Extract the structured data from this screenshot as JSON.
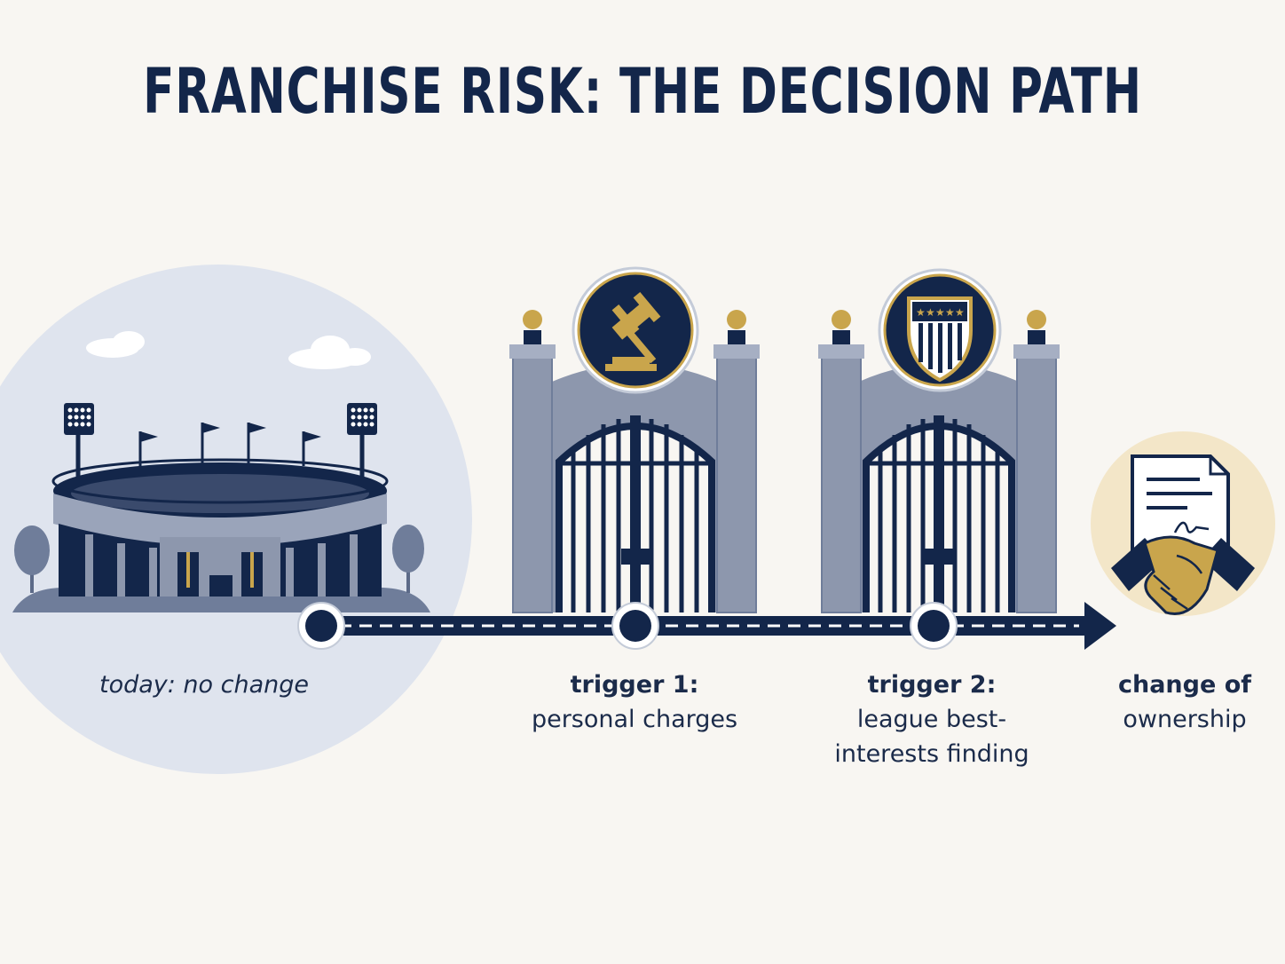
{
  "title": "FRANCHISE RISK: THE DECISION PATH",
  "colors": {
    "navy": "#13264a",
    "slate": "#8d97ad",
    "gold": "#c9a54c",
    "pale_blue": "#dfe4ee",
    "pale_gold": "#f3e6c8",
    "background": "#f8f6f2"
  },
  "stages": [
    {
      "icon": "stadium-icon",
      "label": "today: no change"
    },
    {
      "icon": "gavel-icon",
      "bold": "trigger 1:",
      "text": "personal charges"
    },
    {
      "icon": "shield-icon",
      "bold": "trigger 2:",
      "lines": [
        "league best-",
        "interests finding"
      ]
    },
    {
      "icon": "handshake-contract-icon",
      "lines": [
        "change of",
        "ownership"
      ]
    }
  ]
}
